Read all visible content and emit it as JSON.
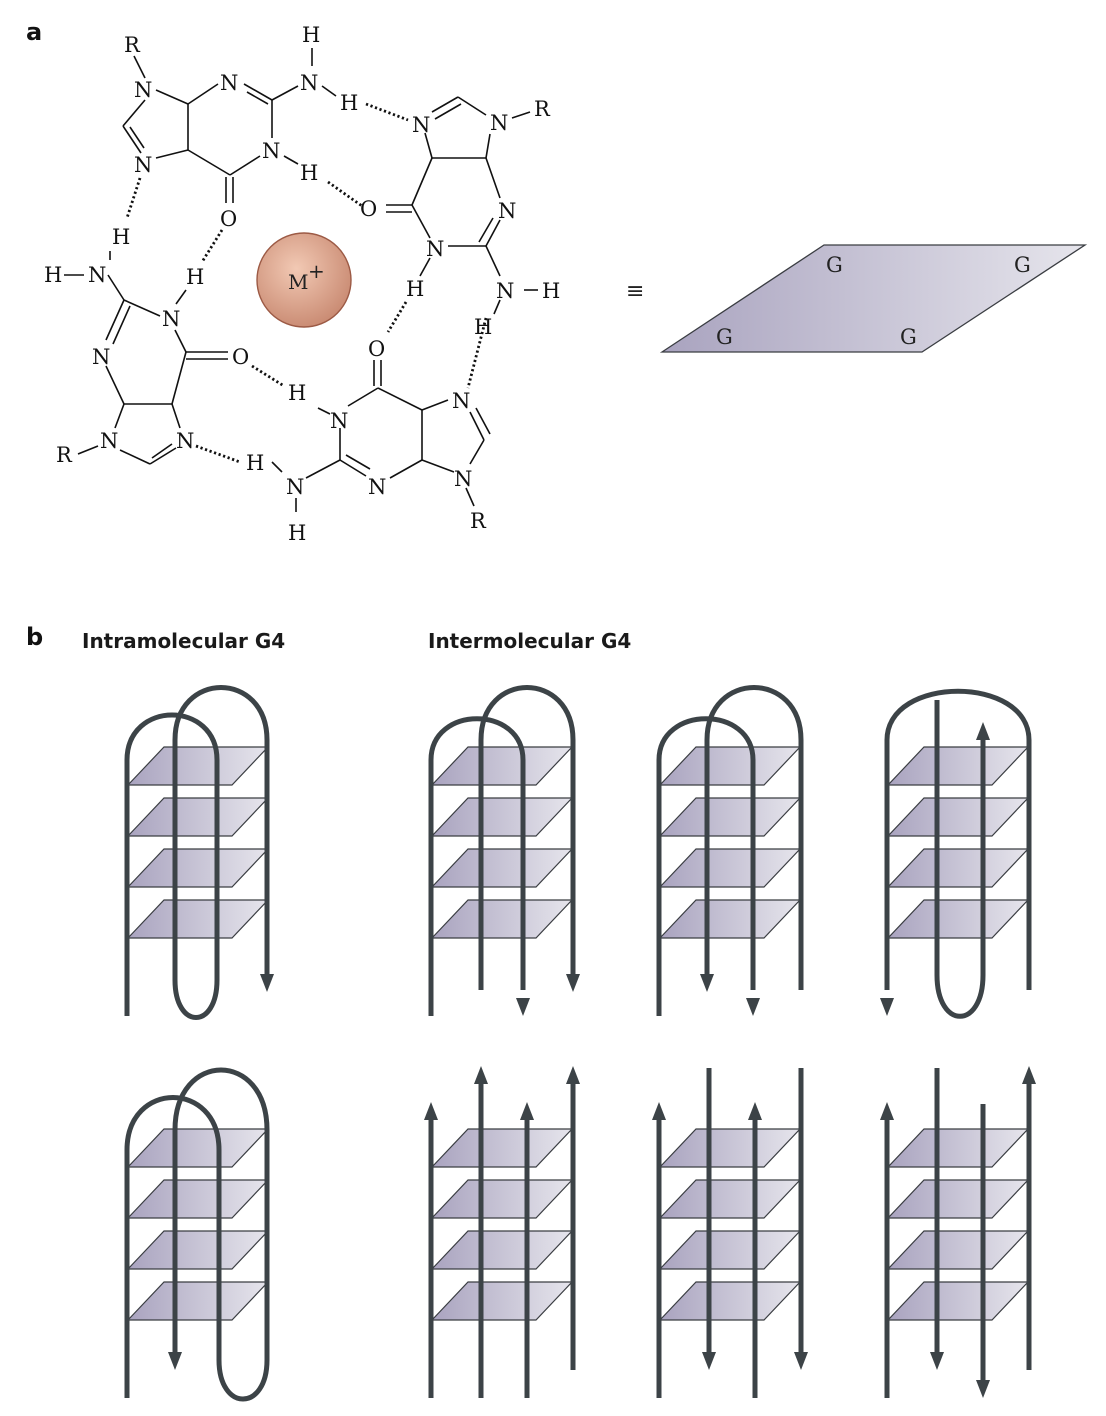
{
  "panel_a": {
    "label": "a",
    "equivalence_symbol": "≡",
    "metal_ion": {
      "symbol": "M",
      "charge": "+"
    },
    "tetrad_plane_labels": [
      "G",
      "G",
      "G",
      "G"
    ],
    "atom_labels": {
      "R": "R",
      "N": "N",
      "H": "H",
      "O": "O"
    }
  },
  "panel_b": {
    "label": "b",
    "intramolecular_title": "Intramolecular G4",
    "intermolecular_title": "Intermolecular G4",
    "topologies": 8,
    "tetrad_layers_per_stack": 4
  },
  "colors": {
    "tetrad_gradient_start": "#a9a3bf",
    "tetrad_gradient_end": "#e6e5ec",
    "strand": "#3c4347",
    "ion_fill_center": "#f2c9b4",
    "ion_fill_edge": "#c98a72",
    "ion_stroke": "#9c5a45"
  }
}
